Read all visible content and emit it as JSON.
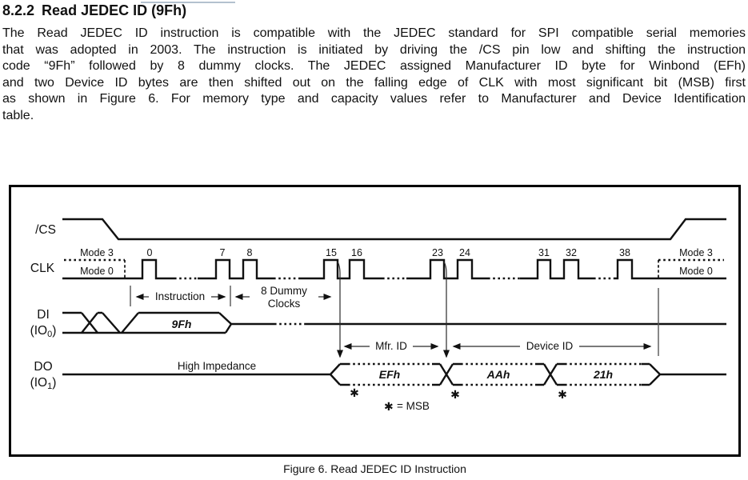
{
  "page": {
    "heading_number": "8.2.2",
    "heading_title": "Read JEDEC ID (9Fh)",
    "paragraph_lines": [
      "The Read JEDEC ID instruction is compatible with the JEDEC standard for SPI compatible serial memories",
      "that was adopted in 2003. The instruction is initiated by driving the /CS pin low and shifting the instruction",
      "code “9Fh” followed by 8 dummy clocks. The JEDEC assigned Manufacturer ID byte for Winbond (EFh)",
      "and two Device ID bytes are then shifted out on the falling edge of CLK with most significant bit (MSB) first",
      "as shown in Figure 6. For memory type and capacity values refer to Manufacturer and Device Identification",
      "table."
    ],
    "caption": "Figure 6. Read JEDEC ID Instruction"
  },
  "diagram": {
    "signals": {
      "cs_label": "/CS",
      "clk_label": "CLK",
      "di_label": "DI",
      "di_io_open": "(IO",
      "di_io_sub": "0",
      "di_io_close": ")",
      "do_label": "DO",
      "do_io_open": "(IO",
      "do_io_sub": "1",
      "do_io_close": ")"
    },
    "modes": {
      "mode3": "Mode 3",
      "mode0": "Mode 0"
    },
    "clock_numbers": [
      "0",
      "7",
      "8",
      "15",
      "16",
      "23",
      "24",
      "31",
      "32",
      "38"
    ],
    "annotations": {
      "instruction": "Instruction",
      "dummy_line1": "8 Dummy",
      "dummy_line2": "Clocks",
      "mfr_id": "Mfr. ID",
      "device_id": "Device ID",
      "high_impedance": "High Impedance"
    },
    "bus_values": {
      "di_value": "9Fh",
      "do_values": [
        "EFh",
        "AAh",
        "21h"
      ]
    },
    "msb": {
      "marker": "✱",
      "legend_star": "✱",
      "legend_text": "= MSB"
    }
  },
  "colors": {
    "ink": "#111111",
    "background": "#ffffff",
    "artifact_line": "#b3c1cf"
  }
}
